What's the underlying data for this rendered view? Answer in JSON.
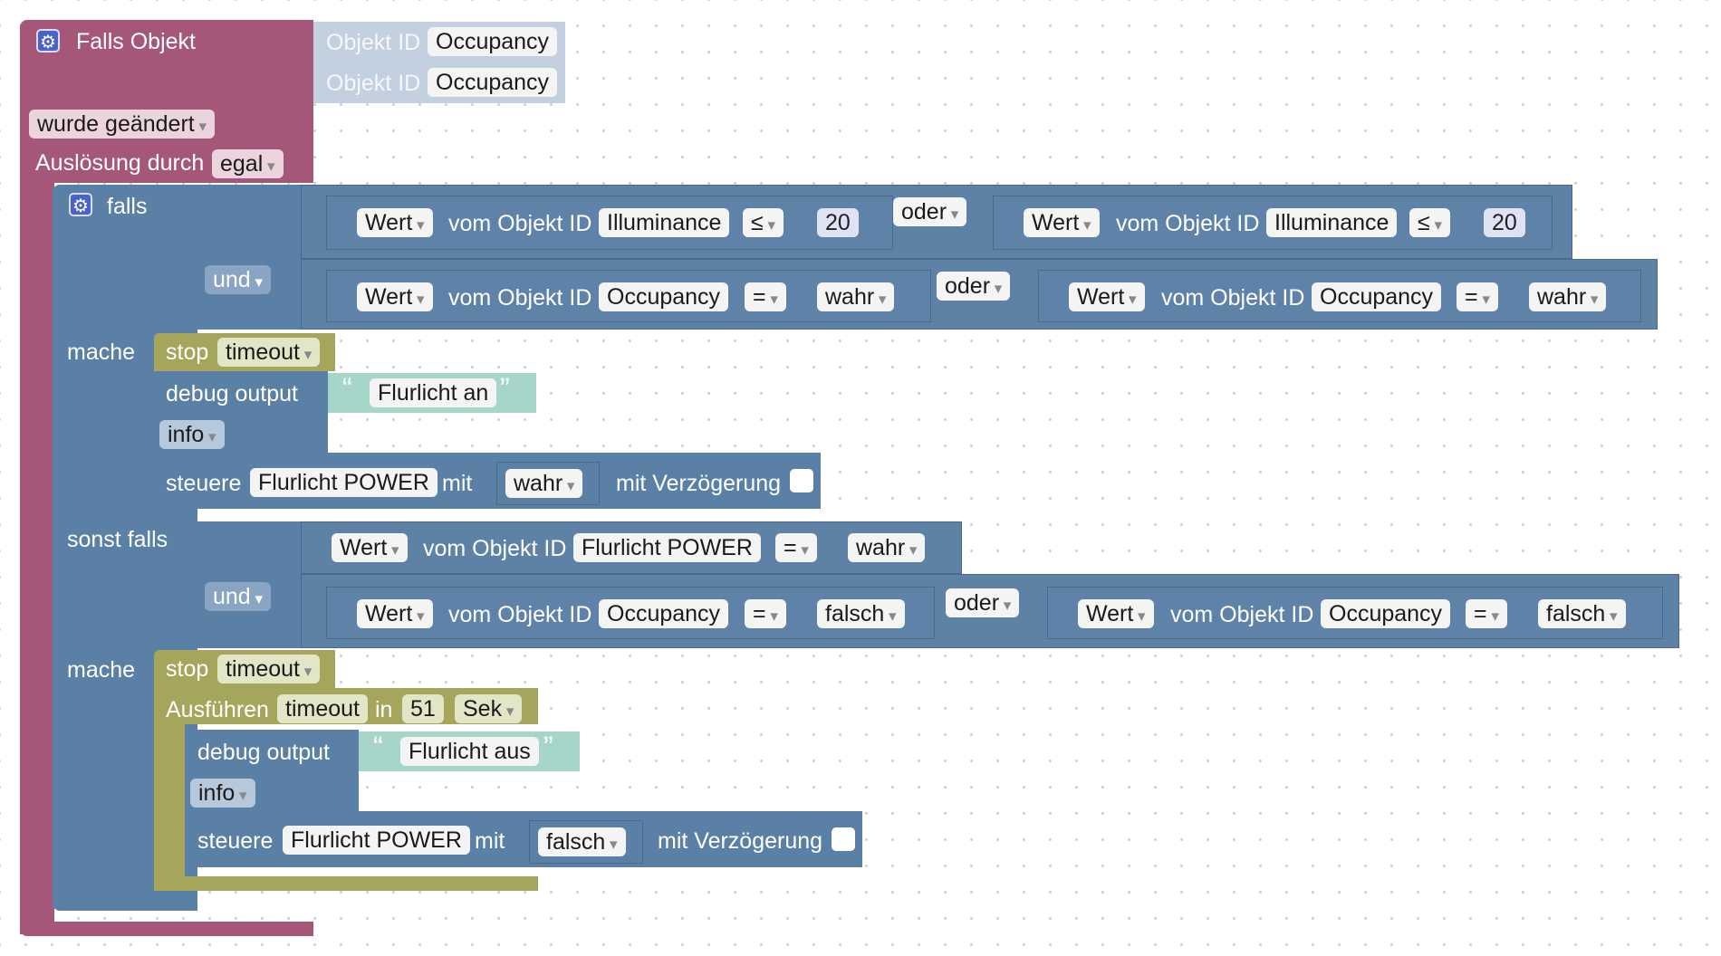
{
  "trigger": {
    "title": "Falls Objekt",
    "object_rows": [
      {
        "label": "Objekt ID",
        "value": "Occupancy"
      },
      {
        "label": "Objekt ID",
        "value": "Occupancy"
      }
    ],
    "change_dropdown": "wurde geändert",
    "ausloesung_label": "Auslösung durch",
    "ausloesung_value": "egal"
  },
  "ifblock": {
    "falls": "falls",
    "und": "und",
    "mache": "mache",
    "sonst_falls": "sonst falls",
    "mache2": "mache"
  },
  "conditions": {
    "row1_left": {
      "value_dd": "Wert",
      "label": "vom Objekt ID",
      "object": "Illuminance",
      "op": "≤",
      "num": "20"
    },
    "row1_or": "oder",
    "row1_right": {
      "value_dd": "Wert",
      "label": "vom Objekt ID",
      "object": "Illuminance",
      "op": "≤",
      "num": "20"
    },
    "row2_left": {
      "value_dd": "Wert",
      "label": "vom Objekt ID",
      "object": "Occupancy",
      "op": "=",
      "bool": "wahr"
    },
    "row2_or": "oder",
    "row2_right": {
      "value_dd": "Wert",
      "label": "vom Objekt ID",
      "object": "Occupancy",
      "op": "=",
      "bool": "wahr"
    },
    "row3": {
      "value_dd": "Wert",
      "label": "vom Objekt ID",
      "object": "Flurlicht POWER",
      "op": "=",
      "bool": "wahr"
    },
    "row4_left": {
      "value_dd": "Wert",
      "label": "vom Objekt ID",
      "object": "Occupancy",
      "op": "=",
      "bool": "falsch"
    },
    "row4_or": "oder",
    "row4_right": {
      "value_dd": "Wert",
      "label": "vom Objekt ID",
      "object": "Occupancy",
      "op": "=",
      "bool": "falsch"
    }
  },
  "do1": {
    "stop": "stop",
    "timeout": "timeout",
    "debug": "debug output",
    "debug_text": "Flurlicht an",
    "level": "info",
    "steuere": "steuere",
    "target": "Flurlicht POWER",
    "mit": "mit",
    "value": "wahr",
    "delay": "mit Verzögerung"
  },
  "do2": {
    "stop": "stop",
    "timeout": "timeout",
    "ausfuehren": "Ausführen",
    "timer_name": "timeout",
    "in": "in",
    "seconds": "51",
    "unit": "Sek",
    "debug": "debug output",
    "debug_text": "Flurlicht aus",
    "level": "info",
    "steuere": "steuere",
    "target": "Flurlicht POWER",
    "mit": "mit",
    "value": "falsch",
    "delay": "mit Verzögerung"
  },
  "colors": {
    "event": "#a5577a",
    "logic": "#5b80a5",
    "timer": "#a5a55b",
    "text": "#a5d6c9",
    "object": "#c3d0df"
  },
  "quotes": {
    "open": "“",
    "close": "”"
  }
}
